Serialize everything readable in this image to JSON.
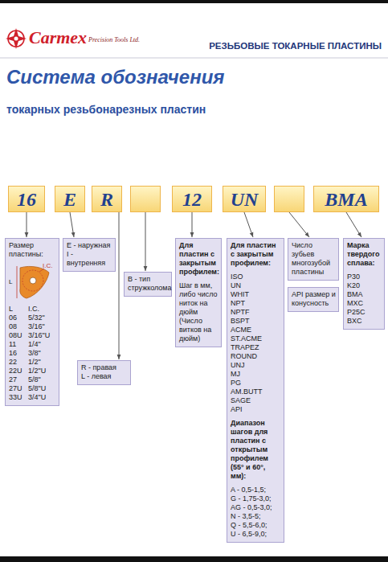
{
  "diagram": {
    "title": "Система обозначения",
    "nodes": [
      {
        "text": [
          "16"
        ]
      },
      {
        "text": [
          "E"
        ]
      },
      {
        "text": [
          "R"
        ]
      },
      {
        "text": []
      },
      {
        "text": [
          "12"
        ]
      },
      {
        "text": [
          "UN"
        ]
      },
      {
        "text": []
      },
      {
        "text": [
          "BMA"
        ]
      },
      {
        "text": [
          "Размер пластины:",
          "I.C.",
          "L",
          "L",
          "I.C.",
          "06",
          "5/32\"",
          "08",
          "3/16\"",
          "08U",
          "3/16\"U",
          "11",
          "1/4\"",
          "16",
          "3/8\"",
          "22",
          "1/2\"",
          "22U",
          "1/2\"U",
          "27",
          "5/8\"",
          "27U",
          "5/8\"U",
          "33U",
          "3/4\"U"
        ]
      },
      {
        "text": [
          "E - наружная",
          "I - внутренняя"
        ]
      },
      {
        "text": [
          "B - тип стружколома"
        ]
      },
      {
        "text": [
          "Для пластин с закрытым профилем:",
          "Шаг в мм, либо число ниток на дюйм (Число витков на дюйм)"
        ]
      },
      {
        "text": [
          "Для пластин с закрытым профилем:",
          "ISO",
          "UN",
          "WHIT",
          "NPT",
          "NPTF",
          "BSPT",
          "ACME",
          "ST.ACME",
          "TRAPEZ",
          "ROUND",
          "UNJ",
          "MJ",
          "PG",
          "AM.BUTT",
          "SAGE",
          "API",
          "Диапазон шагов для пластин с открытым профилем (55° и 60°, мм):",
          "A - 0,5-1,5;",
          "G - 1,75-3,0;",
          "AG - 0,5-3,0;",
          "N - 3,5-5;",
          "Q - 5,5-6,0;",
          "U - 6,5-9,0;"
        ]
      },
      {
        "text": [
          "Число зубьев многозубой пластины"
        ]
      },
      {
        "text": [
          "API размер и конусность"
        ]
      },
      {
        "text": [
          "Марка твердого сплава:",
          "P30",
          "K20",
          "BMA",
          "MXC",
          "P25C",
          "BXC"
        ]
      },
      {
        "text": [
          "R - правая",
          "L - левая"
        ]
      }
    ],
    "edges": [
      {
        "from": 0,
        "to": 8,
        "arrow": "to"
      },
      {
        "from": 1,
        "to": 9,
        "arrow": "to"
      },
      {
        "from": 2,
        "to": 16,
        "arrow": "to"
      },
      {
        "from": 3,
        "to": 10,
        "arrow": "to"
      },
      {
        "from": 4,
        "to": 11,
        "arrow": "to"
      },
      {
        "from": 5,
        "to": 12,
        "arrow": "to"
      },
      {
        "from": 6,
        "to": 13,
        "arrow": "to"
      },
      {
        "from": 7,
        "to": 15,
        "arrow": "to"
      }
    ],
    "labels": [
      "Carmex",
      "Precision Tools Ltd.",
      "РЕЗЬБОВЫЕ ТОКАРНЫЕ ПЛАСТИНЫ",
      "токарных резьбонарезных пластин"
    ]
  }
}
